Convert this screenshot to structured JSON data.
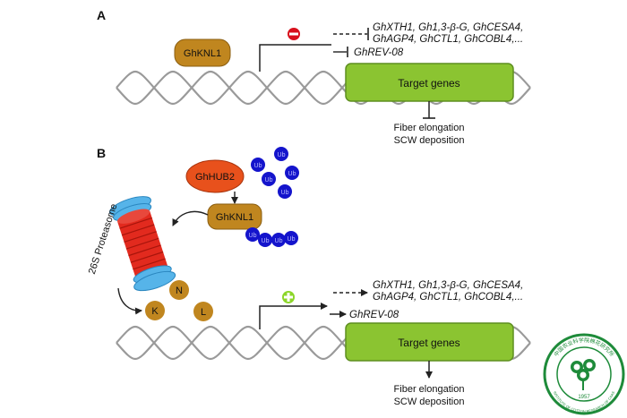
{
  "panel_a": {
    "label": "A",
    "protein": "GhKNL1",
    "target_box": "Target genes",
    "genes_line1": "GhXTH1, Gh1,3-β-G, GhCESA4,",
    "genes_line2": "GhAGP4, GhCTL1, GhCOBL4,...",
    "rev_gene": "GhREV-08",
    "outcome_line1": "Fiber elongation",
    "outcome_line2": "SCW deposition"
  },
  "panel_b": {
    "label": "B",
    "e3_ligase": "GhHUB2",
    "protein": "GhKNL1",
    "ub_label": "Ub",
    "proteasome": "26S Proteasome",
    "amino_acids": [
      "N",
      "K",
      "L"
    ],
    "target_box": "Target genes",
    "genes_line1": "GhXTH1, Gh1,3-β-G, GhCESA4,",
    "genes_line2": "GhAGP4, GhCTL1, GhCOBL4,...",
    "rev_gene": "GhREV-08",
    "outcome_line1": "Fiber elongation",
    "outcome_line2": "SCW deposition"
  },
  "logo": {
    "founded_year": "1957",
    "name_cn": "中国农业科学院棉花研究所",
    "name_en": "INSTITUTE OF COTTON RESEARCH OF CAAS"
  },
  "colors": {
    "protein_brown": "#C0861F",
    "target_green": "#8BC431",
    "hub2_red": "#E8511C",
    "ub_blue": "#1414CC",
    "repress_red": "#D8101C",
    "activate_green": "#8CD62A",
    "proteasome_blue": "#56B4E9",
    "proteasome_red": "#E22A1E",
    "logo_green": "#1E8B3A"
  }
}
